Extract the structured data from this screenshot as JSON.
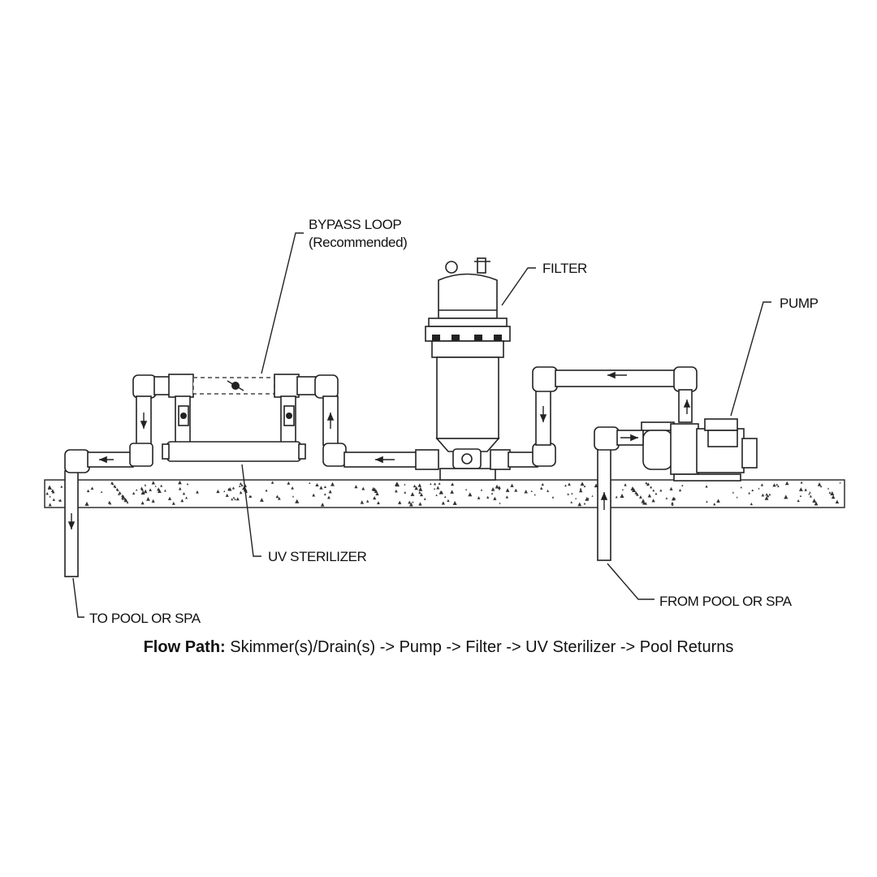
{
  "labels": {
    "bypass_loop": "BYPASS LOOP",
    "bypass_note": "(Recommended)",
    "filter": "FILTER",
    "pump": "PUMP",
    "uv_sterilizer": "UV STERILIZER",
    "to_pool": "TO POOL OR SPA",
    "from_pool": "FROM POOL OR SPA"
  },
  "caption": {
    "prefix": "Flow Path:",
    "text": " Skimmer(s)/Drain(s) -> Pump -> Filter -> UV Sterilizer -> Pool Returns"
  }
}
